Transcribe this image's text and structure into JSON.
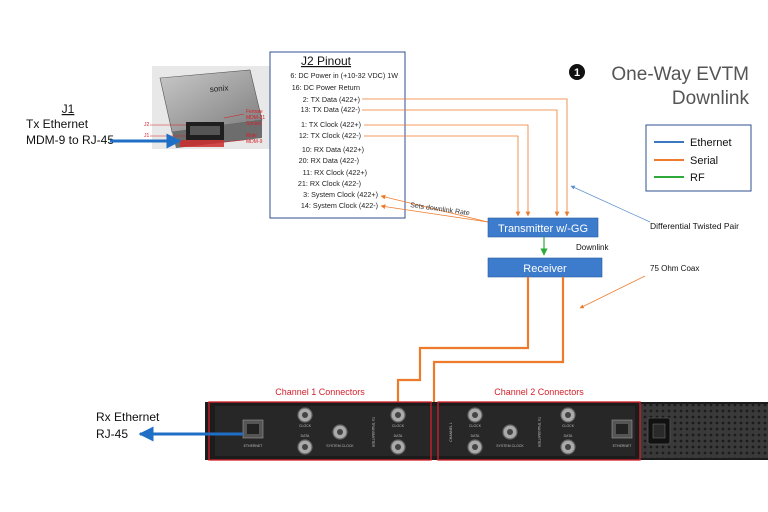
{
  "title": {
    "number": "1",
    "line1": "One-Way EVTM",
    "line2": "Downlink"
  },
  "j1": {
    "heading": "J1",
    "line1": "Tx Ethernet",
    "line2": "MDM-9 to RJ-45"
  },
  "device_labels": {
    "brand": "sonix",
    "j2": "J2",
    "j1": "J1",
    "female": "Female",
    "mdm21": "MDM-21",
    "socket": "Socket",
    "male": "Male",
    "mdm9": "MDM-9"
  },
  "pinout": {
    "heading": "J2 Pinout",
    "rows": [
      "6: DC Power in (+10-32 VDC) 1W",
      "16: DC Power Return",
      "2: TX Data (422+)",
      "13: TX Data (422-)",
      "1: TX Clock (422+)",
      "12: TX Clock (422-)",
      "10: RX Data (422+)",
      "20: RX Data (422-)",
      "11: RX Clock (422+)",
      "21: RX Clock (422-)",
      "3: System Clock (422+)",
      "14: System Clock (422-)"
    ]
  },
  "legend": {
    "items": [
      {
        "label": "Ethernet",
        "color": "#3b78c4"
      },
      {
        "label": "Serial",
        "color": "#ee7b2c"
      },
      {
        "label": "RF",
        "color": "#2eaa3c"
      }
    ]
  },
  "notes": {
    "sets_rate": "Sets downlink Rate",
    "differential": "Differential Twisted Pair",
    "downlink": "Downlink",
    "coax": "75 Ohm Coax"
  },
  "blocks": {
    "transmitter": "Transmitter w/-GG",
    "receiver": "Receiver",
    "fill": "#3d7ccd"
  },
  "rack": {
    "channel1": "Channel 1 Connectors",
    "channel2": "Channel 2 Connectors",
    "clock": "CLOCK",
    "data": "DATA",
    "system_clock": "SYSTEM CLOCK",
    "ethernet": "ETHERNET",
    "transmitter_vertical": "TX TRANSMITTER",
    "channel_vertical": "CHANNEL 1"
  },
  "rx": {
    "line1": "Rx Ethernet",
    "line2": "RJ-45"
  },
  "colors": {
    "ethernet": "#1f6fc6",
    "serial": "#ee7b2c",
    "rf": "#2eaa3c",
    "red": "#d4202a",
    "box_border": "#2f4f8f"
  }
}
